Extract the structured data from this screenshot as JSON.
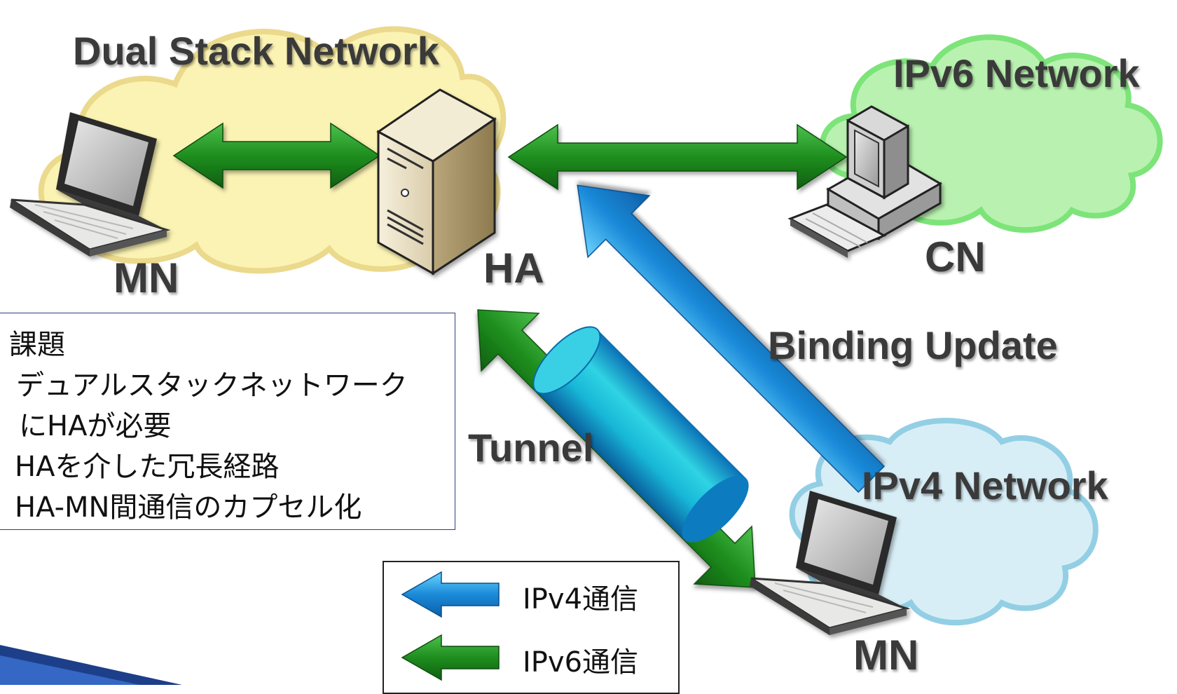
{
  "clouds": {
    "dual_stack": "Dual Stack Network",
    "ipv6": "IPv6 Network",
    "ipv4": "IPv4 Network"
  },
  "nodes": {
    "mn_left": "MN",
    "ha": "HA",
    "cn": "CN",
    "mn_right": "MN"
  },
  "arrows": {
    "binding_update": "Binding Update",
    "tunnel": "Tunnel"
  },
  "issues": {
    "title": "課題",
    "items": [
      "デュアルスタックネットワーク",
      "にHAが必要",
      "HAを介した冗長経路",
      "HA-MN間通信のカプセル化"
    ]
  },
  "legend": {
    "ipv4": "IPv4通信",
    "ipv6": "IPv6通信"
  },
  "colors": {
    "ipv4_arrow": "#1e88d8",
    "ipv6_arrow": "#1f8a1f",
    "dual_cloud": "#fbf3b3",
    "ipv6_cloud": "#b9f2b0",
    "ipv4_cloud": "#d8eef6"
  }
}
